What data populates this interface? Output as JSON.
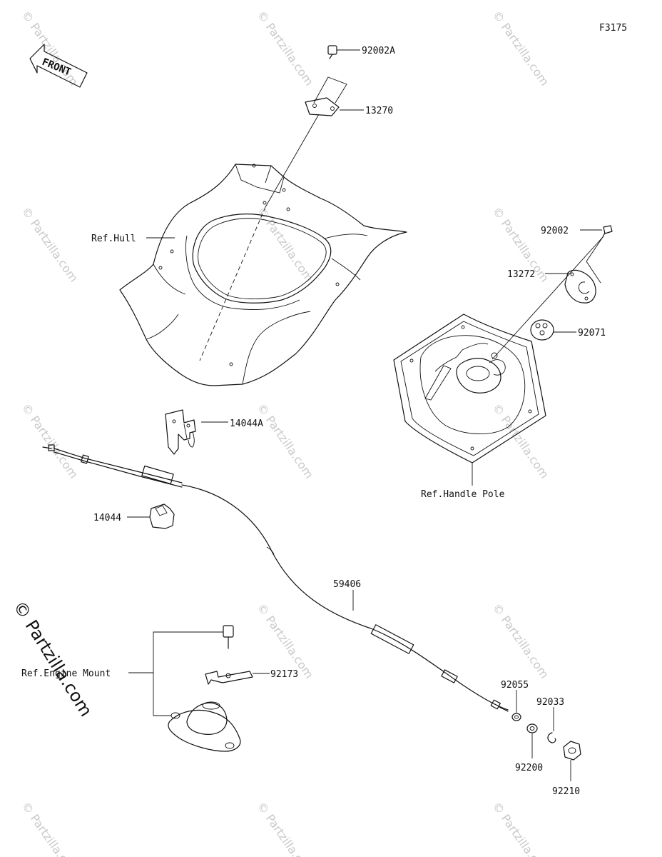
{
  "figure_code": "F3175",
  "front_label": "FRONT",
  "watermark": "© Partzilla.com",
  "watermark_side": "© Partzilla.com",
  "labels": {
    "p92002A": "92002A",
    "p13270": "13270",
    "ref_hull": "Ref.Hull",
    "p92002": "92002",
    "p13272": "13272",
    "p92071": "92071",
    "p14044A": "14044A",
    "ref_handle_pole": "Ref.Handle Pole",
    "p14044": "14044",
    "p59406": "59406",
    "ref_engine_mount": "Ref.Engine Mount",
    "p92173": "92173",
    "p92055": "92055",
    "p92033": "92033",
    "p92200": "92200",
    "p92210": "92210"
  },
  "colors": {
    "line": "#111111",
    "watermark": "#c9c9c9",
    "background": "#ffffff"
  }
}
